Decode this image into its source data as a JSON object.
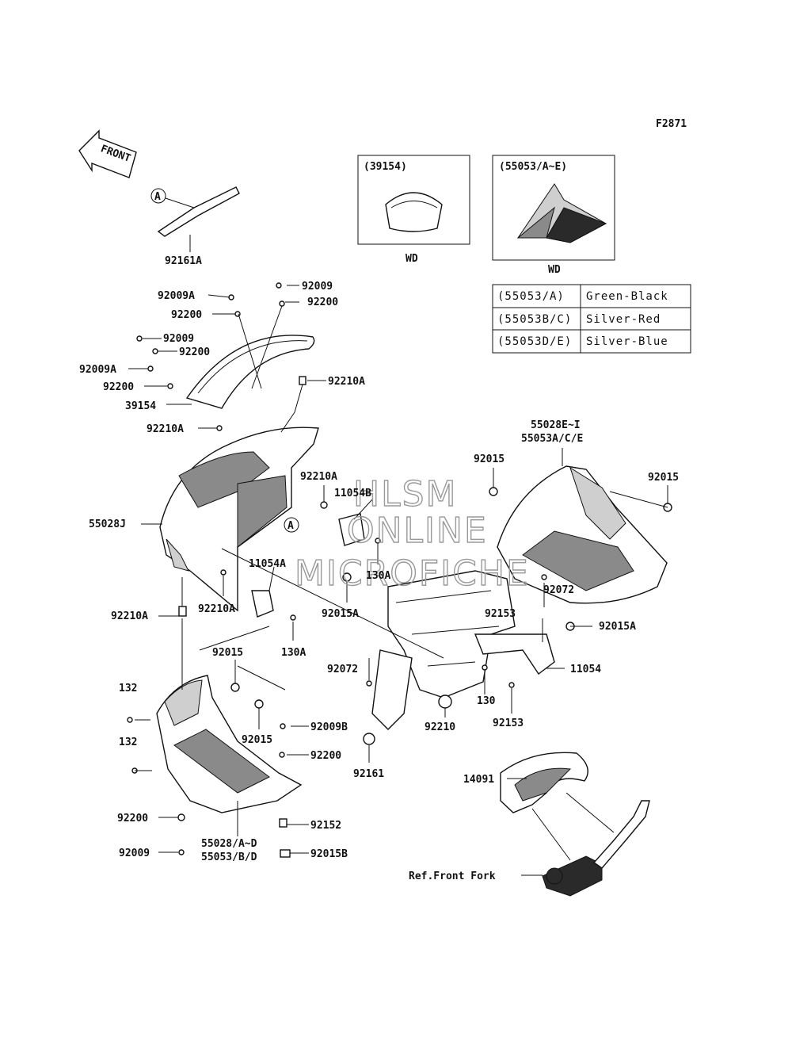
{
  "figure_code": "F2871",
  "front_arrow": "FRONT",
  "ref_a": "A",
  "watermark": [
    "HLSM",
    "ONLINE",
    "MICROFICHE"
  ],
  "inset_windshield": {
    "title": "(39154)",
    "note": "WD"
  },
  "inset_cowl": {
    "title": "(55053/A~E)",
    "note": "WD"
  },
  "color_table": [
    {
      "code": "(55053/A)",
      "color": "Green-Black"
    },
    {
      "code": "(55053B/C)",
      "color": "Silver-Red"
    },
    {
      "code": "(55053D/E)",
      "color": "Silver-Blue"
    }
  ],
  "labels": {
    "p92161A": "92161A",
    "p92009A_1": "92009A",
    "p92009_1": "92009",
    "p92200_1": "92200",
    "p92200_2": "92200",
    "p92009_2": "92009",
    "p92200_3": "92200",
    "p92009A_2": "92009A",
    "p92200_4": "92200",
    "p39154": "39154",
    "p92210A_1": "92210A",
    "p92210A_2": "92210A",
    "p55028EI": "55028E~I",
    "p55053ACE": "55053A/C/E",
    "p92015_1": "92015",
    "p92015_2": "92015",
    "p92210A_3": "92210A",
    "p11054B": "11054B",
    "p55028J": "55028J",
    "p130A_1": "130A",
    "p11054A": "11054A",
    "p92072_1": "92072",
    "p92015A_1": "92015A",
    "p92153_1": "92153",
    "p92015A_2": "92015A",
    "p92210A_4": "92210A",
    "p92210A_5": "92210A",
    "p130A_2": "130A",
    "p92015_3": "92015",
    "p92072_2": "92072",
    "p11054": "11054",
    "p132_1": "132",
    "p130": "130",
    "p92153_2": "92153",
    "p92015_4": "92015",
    "p92009B": "92009B",
    "p92210": "92210",
    "p132_2": "132",
    "p92200_5": "92200",
    "p92161": "92161",
    "p14091": "14091",
    "p92200_6": "92200",
    "p92152": "92152",
    "p55028AD": "55028/A~D",
    "p55053BD": "55053/B/D",
    "p92009_3": "92009",
    "p92015B": "92015B",
    "pRefFork": "Ref.Front Fork"
  }
}
